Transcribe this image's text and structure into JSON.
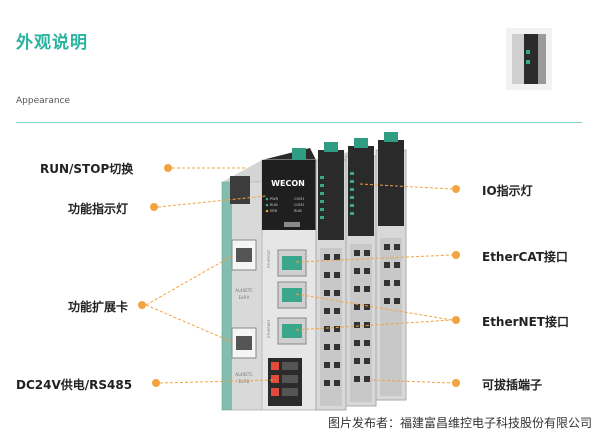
{
  "header": {
    "title": "外观说明",
    "subtitle": "Appearance"
  },
  "labels_left": [
    {
      "text": "RUN/STOP切换"
    },
    {
      "text": "功能指示灯"
    },
    {
      "text": "功能扩展卡"
    },
    {
      "text": "DC24V供电/RS485"
    }
  ],
  "labels_right": [
    {
      "text": "IO指示灯"
    },
    {
      "text": "EtherCAT接口"
    },
    {
      "text": "EtherNET接口"
    },
    {
      "text": "可拔插端子"
    }
  ],
  "device": {
    "brand": "WECON",
    "status_leds": [
      "PWR",
      "RUN",
      "ERR",
      "COM1",
      "COM2",
      "RUN"
    ],
    "port_labels": [
      "ETHERCAT",
      "ETHERNET"
    ],
    "card_labels": [
      "AL40ETC",
      "ExP.A",
      "AL40ETC",
      "ExP.B"
    ]
  },
  "colors": {
    "accent": "#2bb3a0",
    "leader": "#f4a340",
    "module_green": "#3aa68c"
  },
  "caption": "图片发布者：福建富昌维控电子科技股份有限公司"
}
